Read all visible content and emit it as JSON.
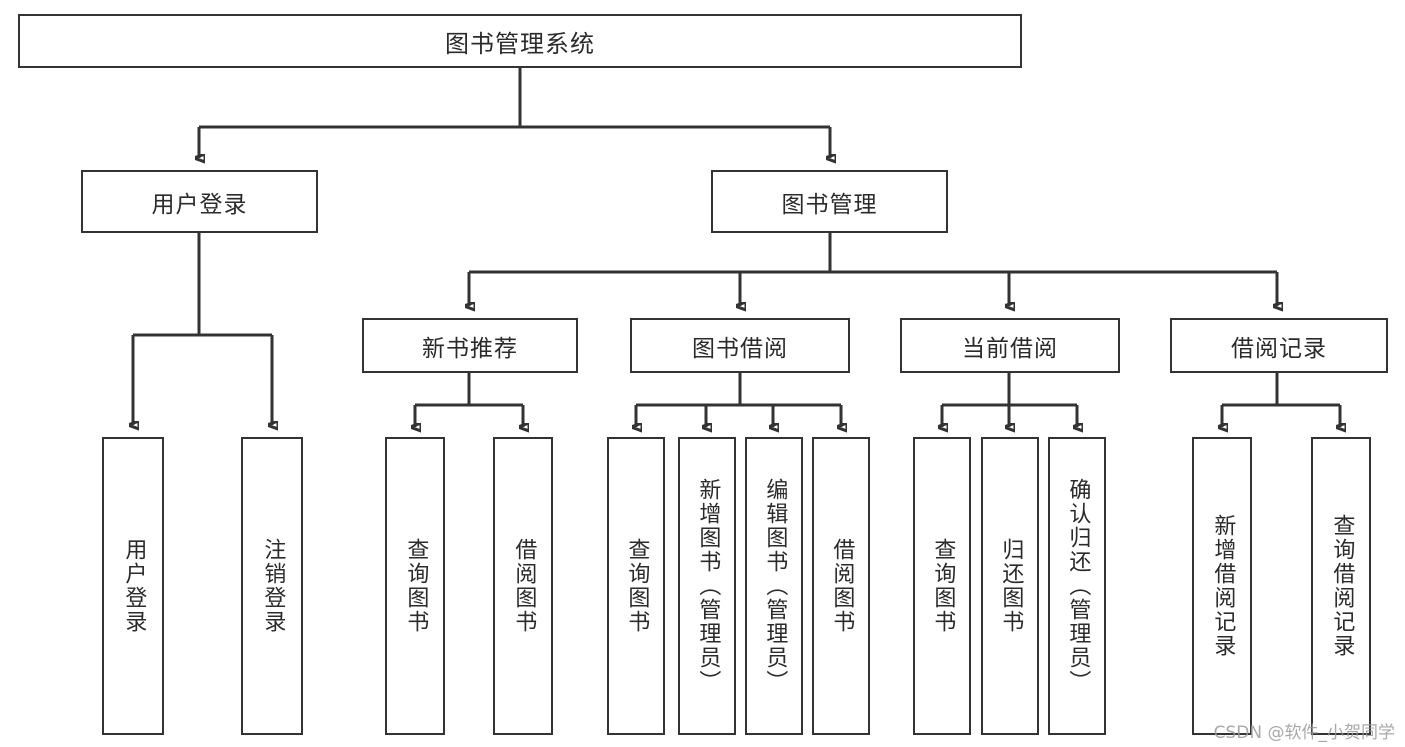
{
  "diagram": {
    "title": "图书管理系统",
    "watermark": "CSDN @软件_小贺同学",
    "line_color": "#333333",
    "box_fill": "#ffffff",
    "text_color": "#2b2b2b",
    "root": {
      "label": "图书管理系统"
    },
    "level2": [
      {
        "label": "用户登录"
      },
      {
        "label": "图书管理"
      }
    ],
    "level3": [
      {
        "label": "新书推荐"
      },
      {
        "label": "图书借阅"
      },
      {
        "label": "当前借阅"
      },
      {
        "label": "借阅记录"
      }
    ],
    "leaves": {
      "user_login": [
        {
          "label": "用户登录"
        },
        {
          "label": "注销登录"
        }
      ],
      "new_book_recommend": [
        {
          "label": "查询图书"
        },
        {
          "label": "借阅图书"
        }
      ],
      "book_borrow": [
        {
          "label": "查询图书"
        },
        {
          "label": "新增图书（管理员）"
        },
        {
          "label": "编辑图书（管理员）"
        },
        {
          "label": "借阅图书"
        }
      ],
      "current_borrow": [
        {
          "label": "查询图书"
        },
        {
          "label": "归还图书"
        },
        {
          "label": "确认归还（管理员）"
        }
      ],
      "borrow_record": [
        {
          "label": "新增借阅记录"
        },
        {
          "label": "查询借阅记录"
        }
      ]
    }
  }
}
